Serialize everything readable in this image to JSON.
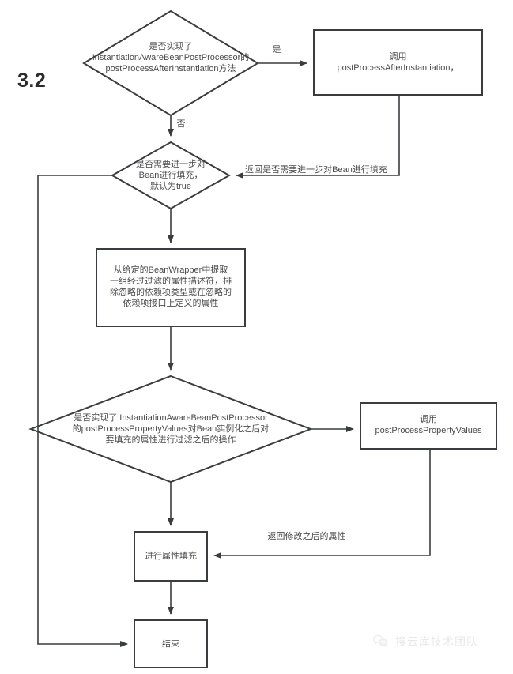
{
  "diagram": {
    "type": "flowchart",
    "section_number": "3.2",
    "nodes": [
      {
        "id": "decision-after-instantiation",
        "shape": "diamond",
        "text": "是否实现了\nInstantiationAwareBeanPostProcessor的postProcessAfterInstantiation方法"
      },
      {
        "id": "call-after-instantiation",
        "shape": "rectangle",
        "text": "调用\npostProcessAfterInstantiation，"
      },
      {
        "id": "decision-continue-populate",
        "shape": "diamond",
        "text": "是否需要进一步对\nBean进行填充，\n默认为true"
      },
      {
        "id": "extract-property-descriptors",
        "shape": "rectangle",
        "text": "从给定的BeanWrapper中提取\n一组经过过滤的属性描述符，排\n除忽略的依赖项类型或在忽略的\n依赖项接口上定义的属性"
      },
      {
        "id": "decision-property-values",
        "shape": "diamond",
        "text": "是否实现了 InstantiationAwareBeanPostProcessor\n的postProcessPropertyValues对Bean实例化之后对\n要填充的属性进行过滤之后的操作"
      },
      {
        "id": "call-property-values",
        "shape": "rectangle",
        "text": "调用\npostProcessPropertyValues"
      },
      {
        "id": "populate-properties",
        "shape": "rectangle",
        "text": "进行属性填充"
      },
      {
        "id": "end",
        "shape": "rectangle",
        "text": "结束"
      }
    ],
    "edges": [
      {
        "id": "edge-yes",
        "from": "decision-after-instantiation",
        "to": "call-after-instantiation",
        "label": "是"
      },
      {
        "id": "edge-no",
        "from": "decision-after-instantiation",
        "to": "decision-continue-populate",
        "label": "否"
      },
      {
        "id": "edge-return-populate",
        "from": "call-after-instantiation",
        "to": "decision-continue-populate",
        "label": "返回是否需要进一步对Bean进行填充"
      },
      {
        "id": "edge-to-extract",
        "from": "decision-continue-populate",
        "to": "extract-property-descriptors",
        "label": ""
      },
      {
        "id": "edge-to-decision-pv",
        "from": "extract-property-descriptors",
        "to": "decision-property-values",
        "label": ""
      },
      {
        "id": "edge-to-call-pv",
        "from": "decision-property-values",
        "to": "call-property-values",
        "label": ""
      },
      {
        "id": "edge-to-populate",
        "from": "decision-property-values",
        "to": "populate-properties",
        "label": ""
      },
      {
        "id": "edge-return-modified",
        "from": "call-property-values",
        "to": "populate-properties",
        "label": "返回修改之后的属性"
      },
      {
        "id": "edge-to-end",
        "from": "populate-properties",
        "to": "end",
        "label": ""
      },
      {
        "id": "edge-skip-to-end",
        "from": "decision-continue-populate",
        "to": "end",
        "label": ""
      }
    ]
  },
  "watermark": {
    "text": "搜云库技术团队",
    "icon": "wechat-official-account-icon"
  },
  "colors": {
    "stroke": "#3a3c3f",
    "text": "#4a4a4a",
    "background": "#ffffff",
    "watermark": "#c9c9c9"
  }
}
